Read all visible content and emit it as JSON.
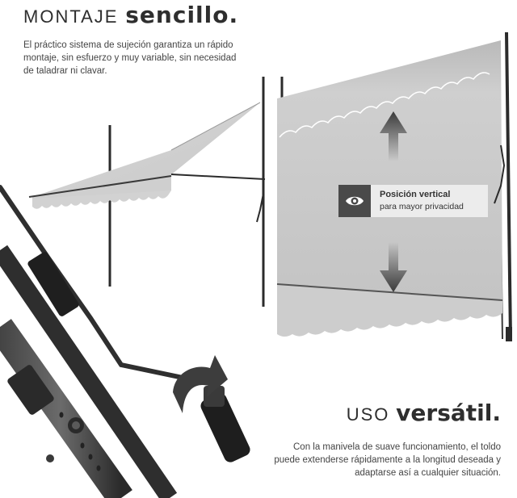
{
  "header": {
    "title_light": "MONTAJE",
    "title_bold": "sencillo.",
    "description": "El práctico sistema de sujeción garantiza un rápido montaje, sin esfuerzo y muy variable, sin necesidad de taladrar ni clavar."
  },
  "callout": {
    "icon": "eye-icon",
    "title": "Posición vertical",
    "subtitle": "para mayor privacidad"
  },
  "footer": {
    "title_light": "USO",
    "title_bold": "versátil.",
    "description": "Con la manivela de suave funcionamiento, el toldo puede extenderse rápidamente a la longitud deseada y adaptarse así a cualquier situación."
  },
  "colors": {
    "fabric": "#c9c9c9",
    "pole": "#2b2b2b",
    "arrow": "#3d3d3d",
    "callout_bg": "#ececec"
  }
}
